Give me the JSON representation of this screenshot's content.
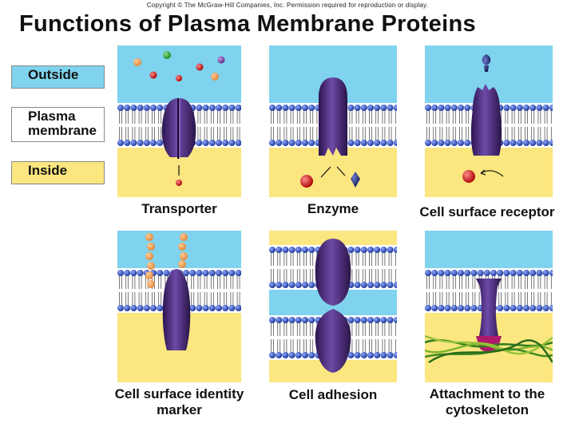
{
  "copyright": "Copyright © The McGraw-Hill Companies, Inc. Permission required for reproduction or display.",
  "title": "Functions of Plasma Membrane Proteins",
  "key": {
    "outside": "Outside",
    "membrane_line1": "Plasma",
    "membrane_line2": "membrane",
    "inside": "Inside"
  },
  "panels": {
    "transporter": "Transporter",
    "enzyme": "Enzyme",
    "receptor": "Cell surface receptor",
    "identity_line1": "Cell surface identity",
    "identity_line2": "marker",
    "adhesion": "Cell adhesion",
    "cytoskeleton_line1": "Attachment to the",
    "cytoskeleton_line2": "cytoskeleton"
  },
  "colors": {
    "outside": "#7fd3ee",
    "inside": "#fbe680",
    "protein": "#4a2a75",
    "lipid_head": "#2f4fb3",
    "substrate_red": "#d21c1c"
  }
}
